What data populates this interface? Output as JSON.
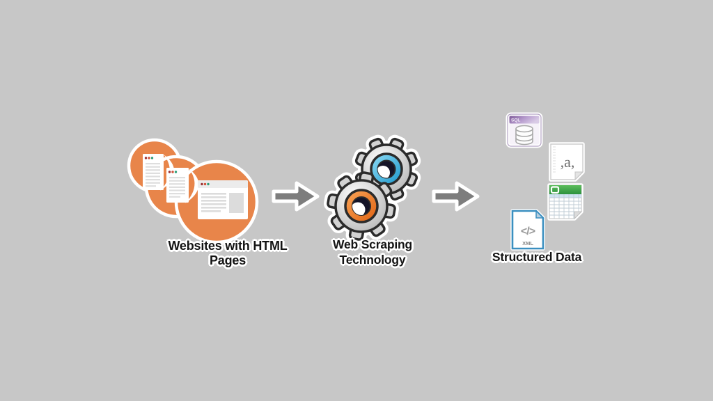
{
  "scene": {
    "type": "process-flow-diagram",
    "background_color": "#c7c7c7"
  },
  "flow": {
    "step1": {
      "icon": "websites-cloud-icon",
      "label_line1": "Websites with HTML",
      "label_line2": "Pages"
    },
    "arrow1": {
      "icon": "right-arrow-icon"
    },
    "step2": {
      "icon": "gears-icon",
      "label_line1": "Web Scraping",
      "label_line2": "Technology"
    },
    "arrow2": {
      "icon": "right-arrow-icon"
    },
    "step3": {
      "label": "Structured Data",
      "files": {
        "sql": {
          "icon": "sql-database-file-icon",
          "badge": "SQL"
        },
        "csv": {
          "icon": "csv-file-icon",
          "glyph": ",a,"
        },
        "spreadsheet": {
          "icon": "spreadsheet-file-icon"
        },
        "xml": {
          "icon": "xml-file-icon",
          "glyph": "</>",
          "badge": "XML"
        }
      }
    }
  },
  "colors": {
    "background": "#c7c7c7",
    "cloud_orange": "#e8854a",
    "arrow_gray": "#7d7d7d",
    "gear_blue": "#35b4e4",
    "gear_orange": "#ee7f2c",
    "sql_purple": "#9271ae",
    "sheet_green": "#3fa04c",
    "xml_blue": "#3a8fc0",
    "label_text": "#141414",
    "sticker_outline": "#ffffff"
  }
}
